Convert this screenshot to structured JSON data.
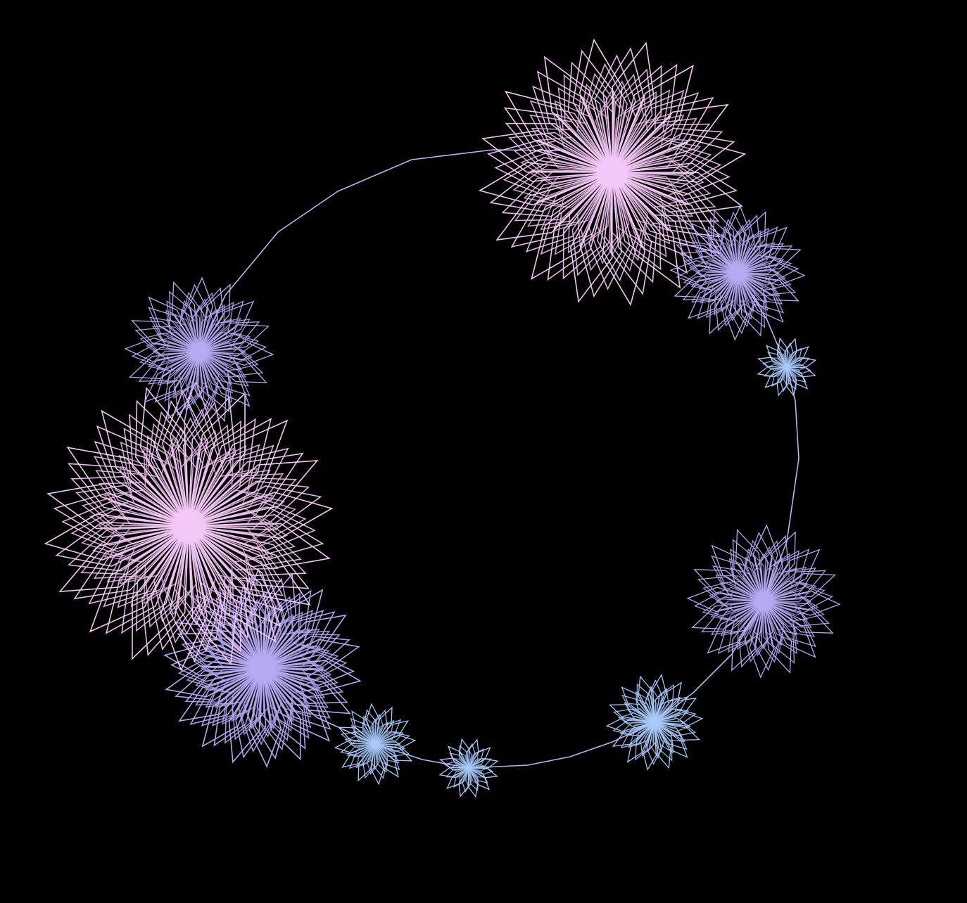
{
  "background_color": "#000000",
  "palette": {
    "ring_stroke": "#b9b4f4",
    "pink": "#f4c8f6",
    "lavender": "#b8a9f3",
    "blue": "#a8c8f8"
  },
  "flowers": [
    {
      "tone": "pink",
      "petals": 16,
      "layers": 7
    },
    {
      "tone": "lavender",
      "petals": 16,
      "layers": 5
    },
    {
      "tone": "blue",
      "petals": 12,
      "layers": 3
    },
    {
      "tone": "lavender",
      "petals": 16,
      "layers": 5
    },
    {
      "tone": "blue",
      "petals": 14,
      "layers": 4
    },
    {
      "tone": "blue",
      "petals": 12,
      "layers": 3
    },
    {
      "tone": "blue",
      "petals": 12,
      "layers": 4
    },
    {
      "tone": "lavender",
      "petals": 18,
      "layers": 6
    },
    {
      "tone": "pink",
      "petals": 18,
      "layers": 7
    },
    {
      "tone": "lavender",
      "petals": 16,
      "layers": 5
    }
  ]
}
